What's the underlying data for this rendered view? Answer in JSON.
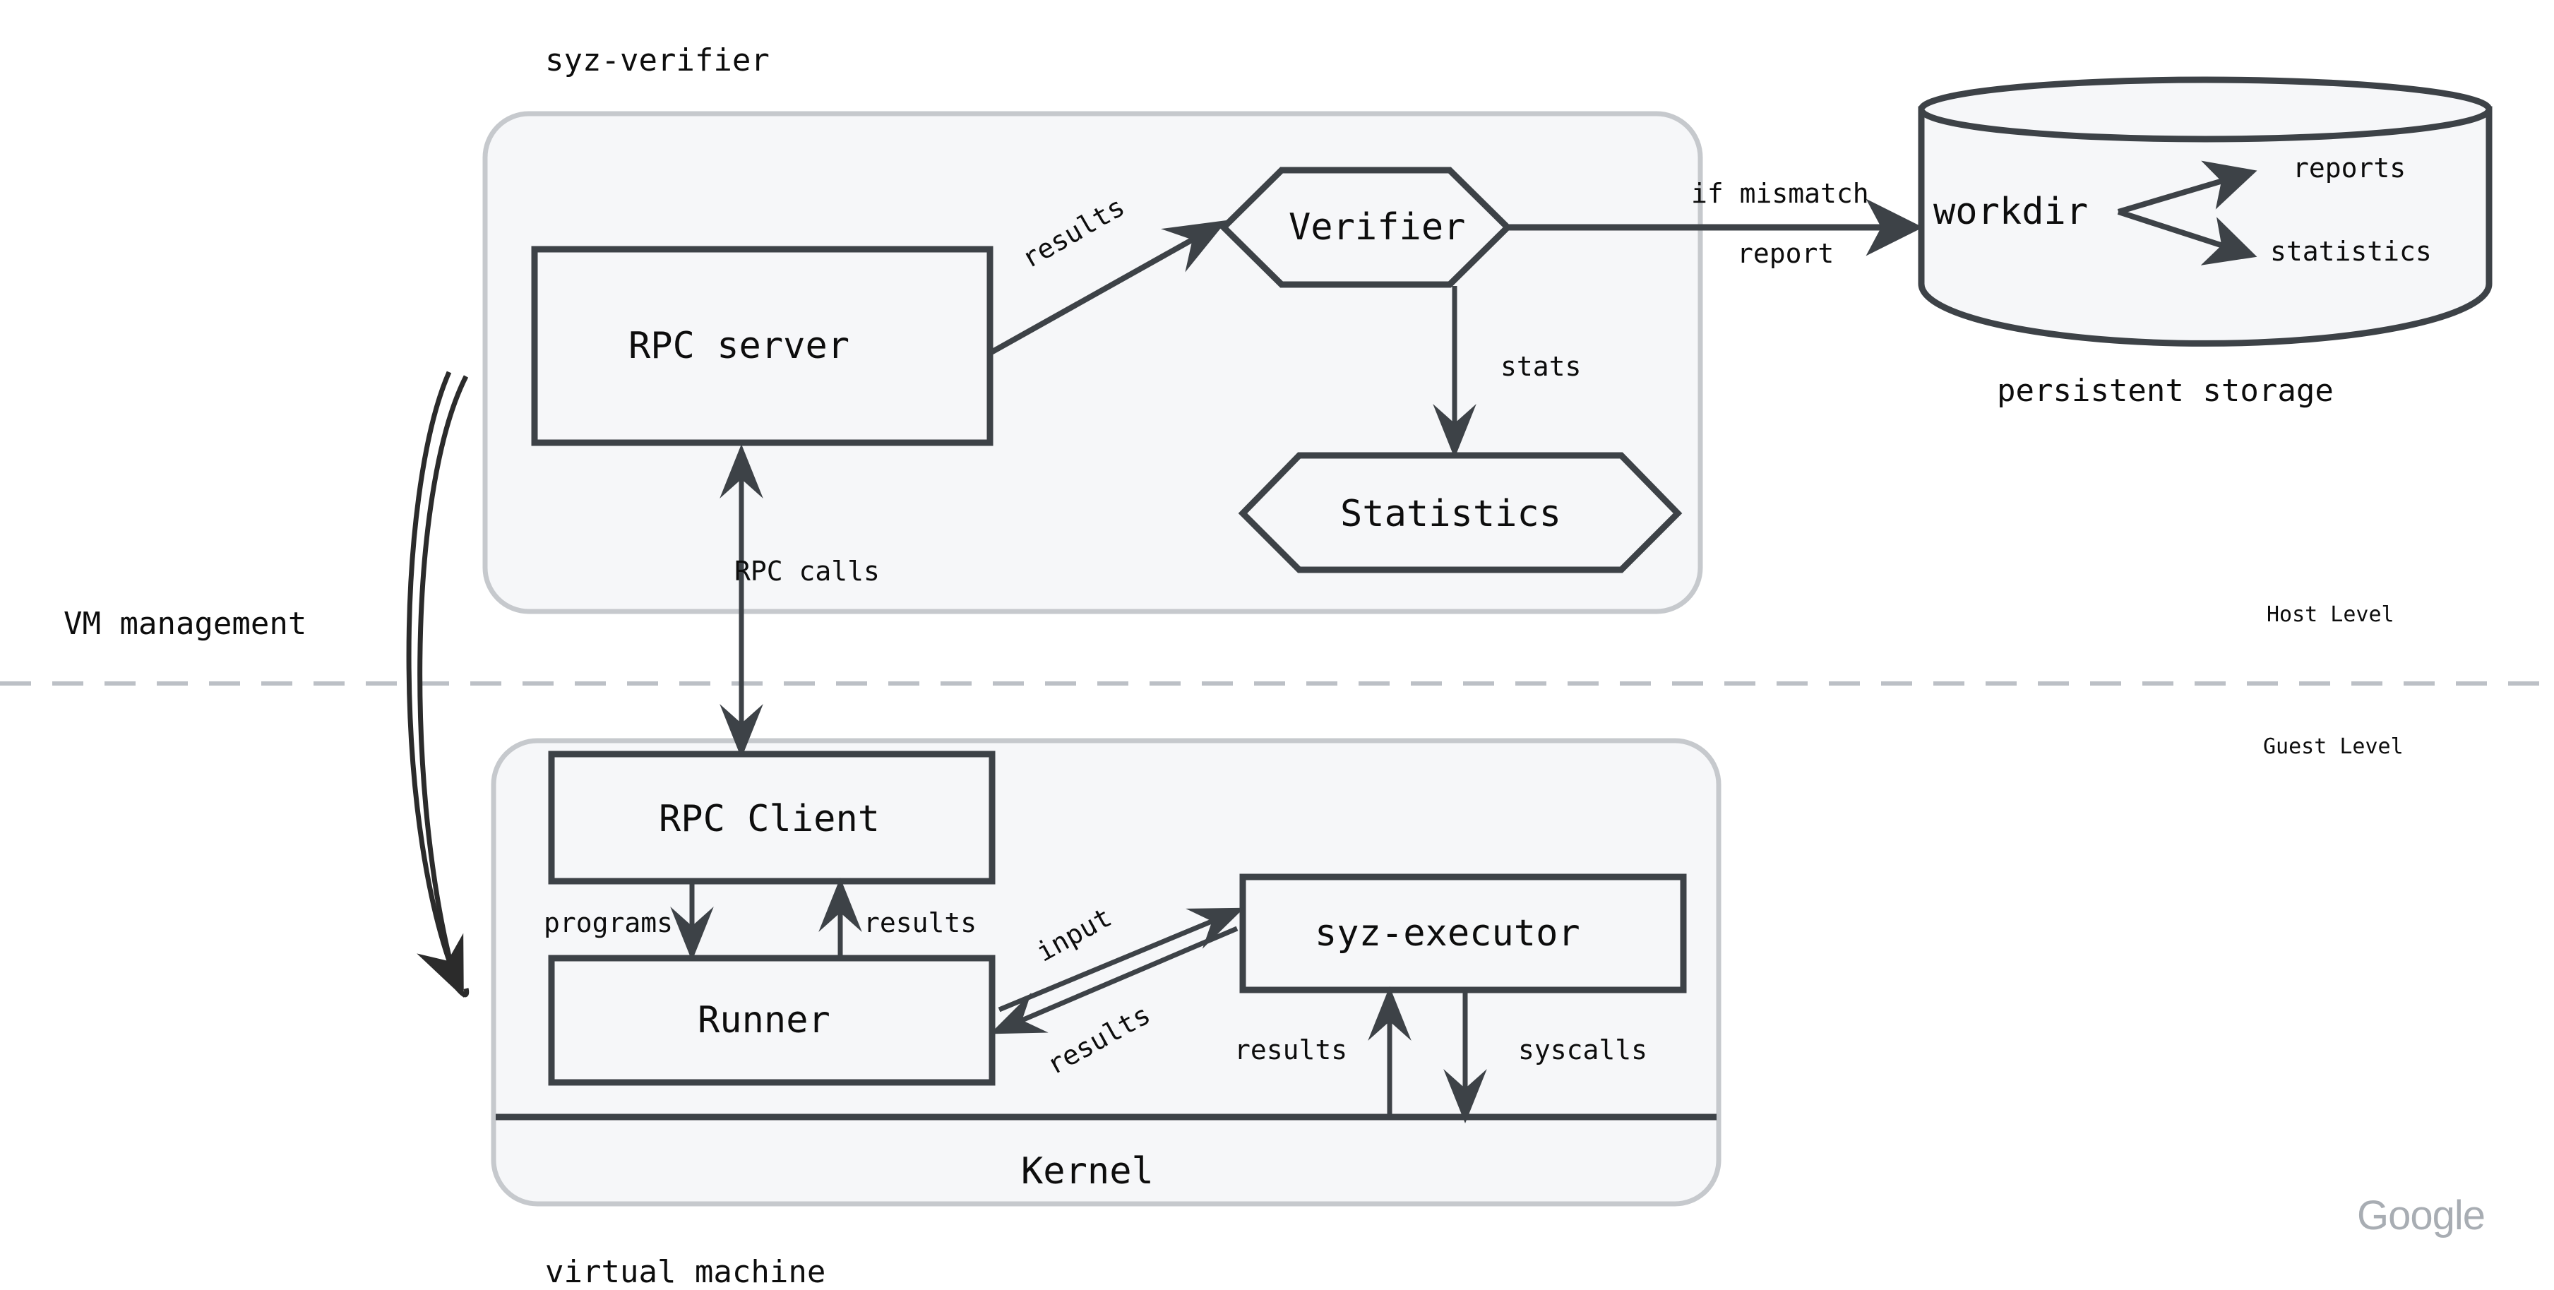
{
  "diagram": {
    "title_top": "syz-verifier",
    "colors": {
      "container_fill": "#f6f7f9",
      "container_stroke": "#c6c9cd",
      "node_stroke": "#3d4247",
      "node_fill": "#f6f7f9",
      "arrow": "#3d4247",
      "divider": "#bcc0c6",
      "text": "#0d0d0d",
      "level_text": "#2b2b2b",
      "watermark": "#a8adb3"
    },
    "groups": [
      {
        "id": "syz-verifier",
        "label": "syz-verifier"
      },
      {
        "id": "virtual-machine",
        "label": "virtual machine"
      },
      {
        "id": "persistent-storage",
        "label": "persistent storage"
      }
    ],
    "nodes": {
      "rpc_server": "RPC server",
      "verifier": "Verifier",
      "statistics": "Statistics",
      "workdir": "workdir",
      "reports": "reports",
      "stats_store": "statistics",
      "rpc_client": "RPC Client",
      "runner": "Runner",
      "syz_executor": "syz-executor",
      "kernel": "Kernel"
    },
    "edges": {
      "results_to_verifier": "results",
      "if_mismatch": "if mismatch",
      "report": "report",
      "stats": "stats",
      "rpc_calls": "RPC calls",
      "vm_management": "VM management",
      "programs": "programs",
      "results_client": "results",
      "input": "input",
      "results_runner": "results",
      "results_kernel": "results",
      "syscalls": "syscalls"
    },
    "levels": {
      "host": "Host Level",
      "guest": "Guest Level"
    },
    "watermark": "Google"
  }
}
